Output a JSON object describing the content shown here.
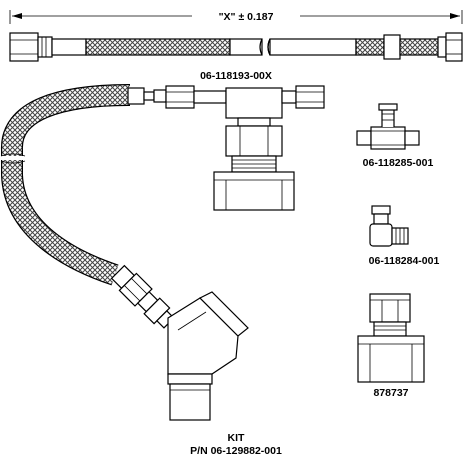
{
  "dimension": "\"X\" ± 0.187",
  "parts": {
    "hose_assembly": "06-118193-00X",
    "tee_fitting": "06-118285-001",
    "elbow_fitting": "06-118284-001",
    "adapter": "878737"
  },
  "kit": {
    "title": "KIT",
    "part_number": "P/N 06-129882-001"
  },
  "colors": {
    "line": "#000000",
    "braid": "#555555",
    "background": "#ffffff"
  }
}
